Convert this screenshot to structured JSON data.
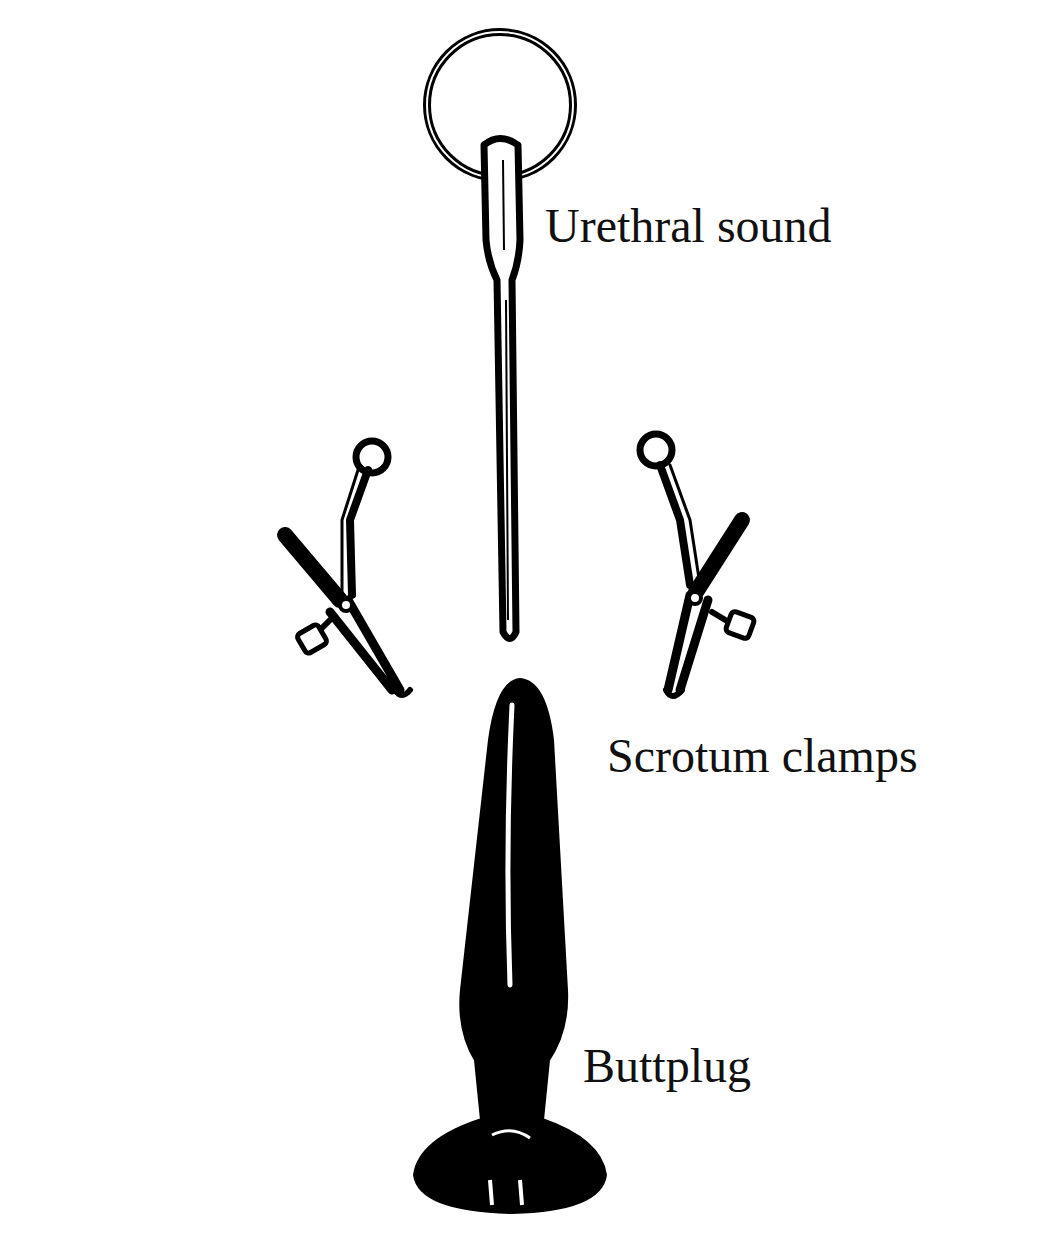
{
  "diagram": {
    "labels": [
      "Urethral sound",
      "Scrotum clamps",
      "Buttplug"
    ]
  }
}
